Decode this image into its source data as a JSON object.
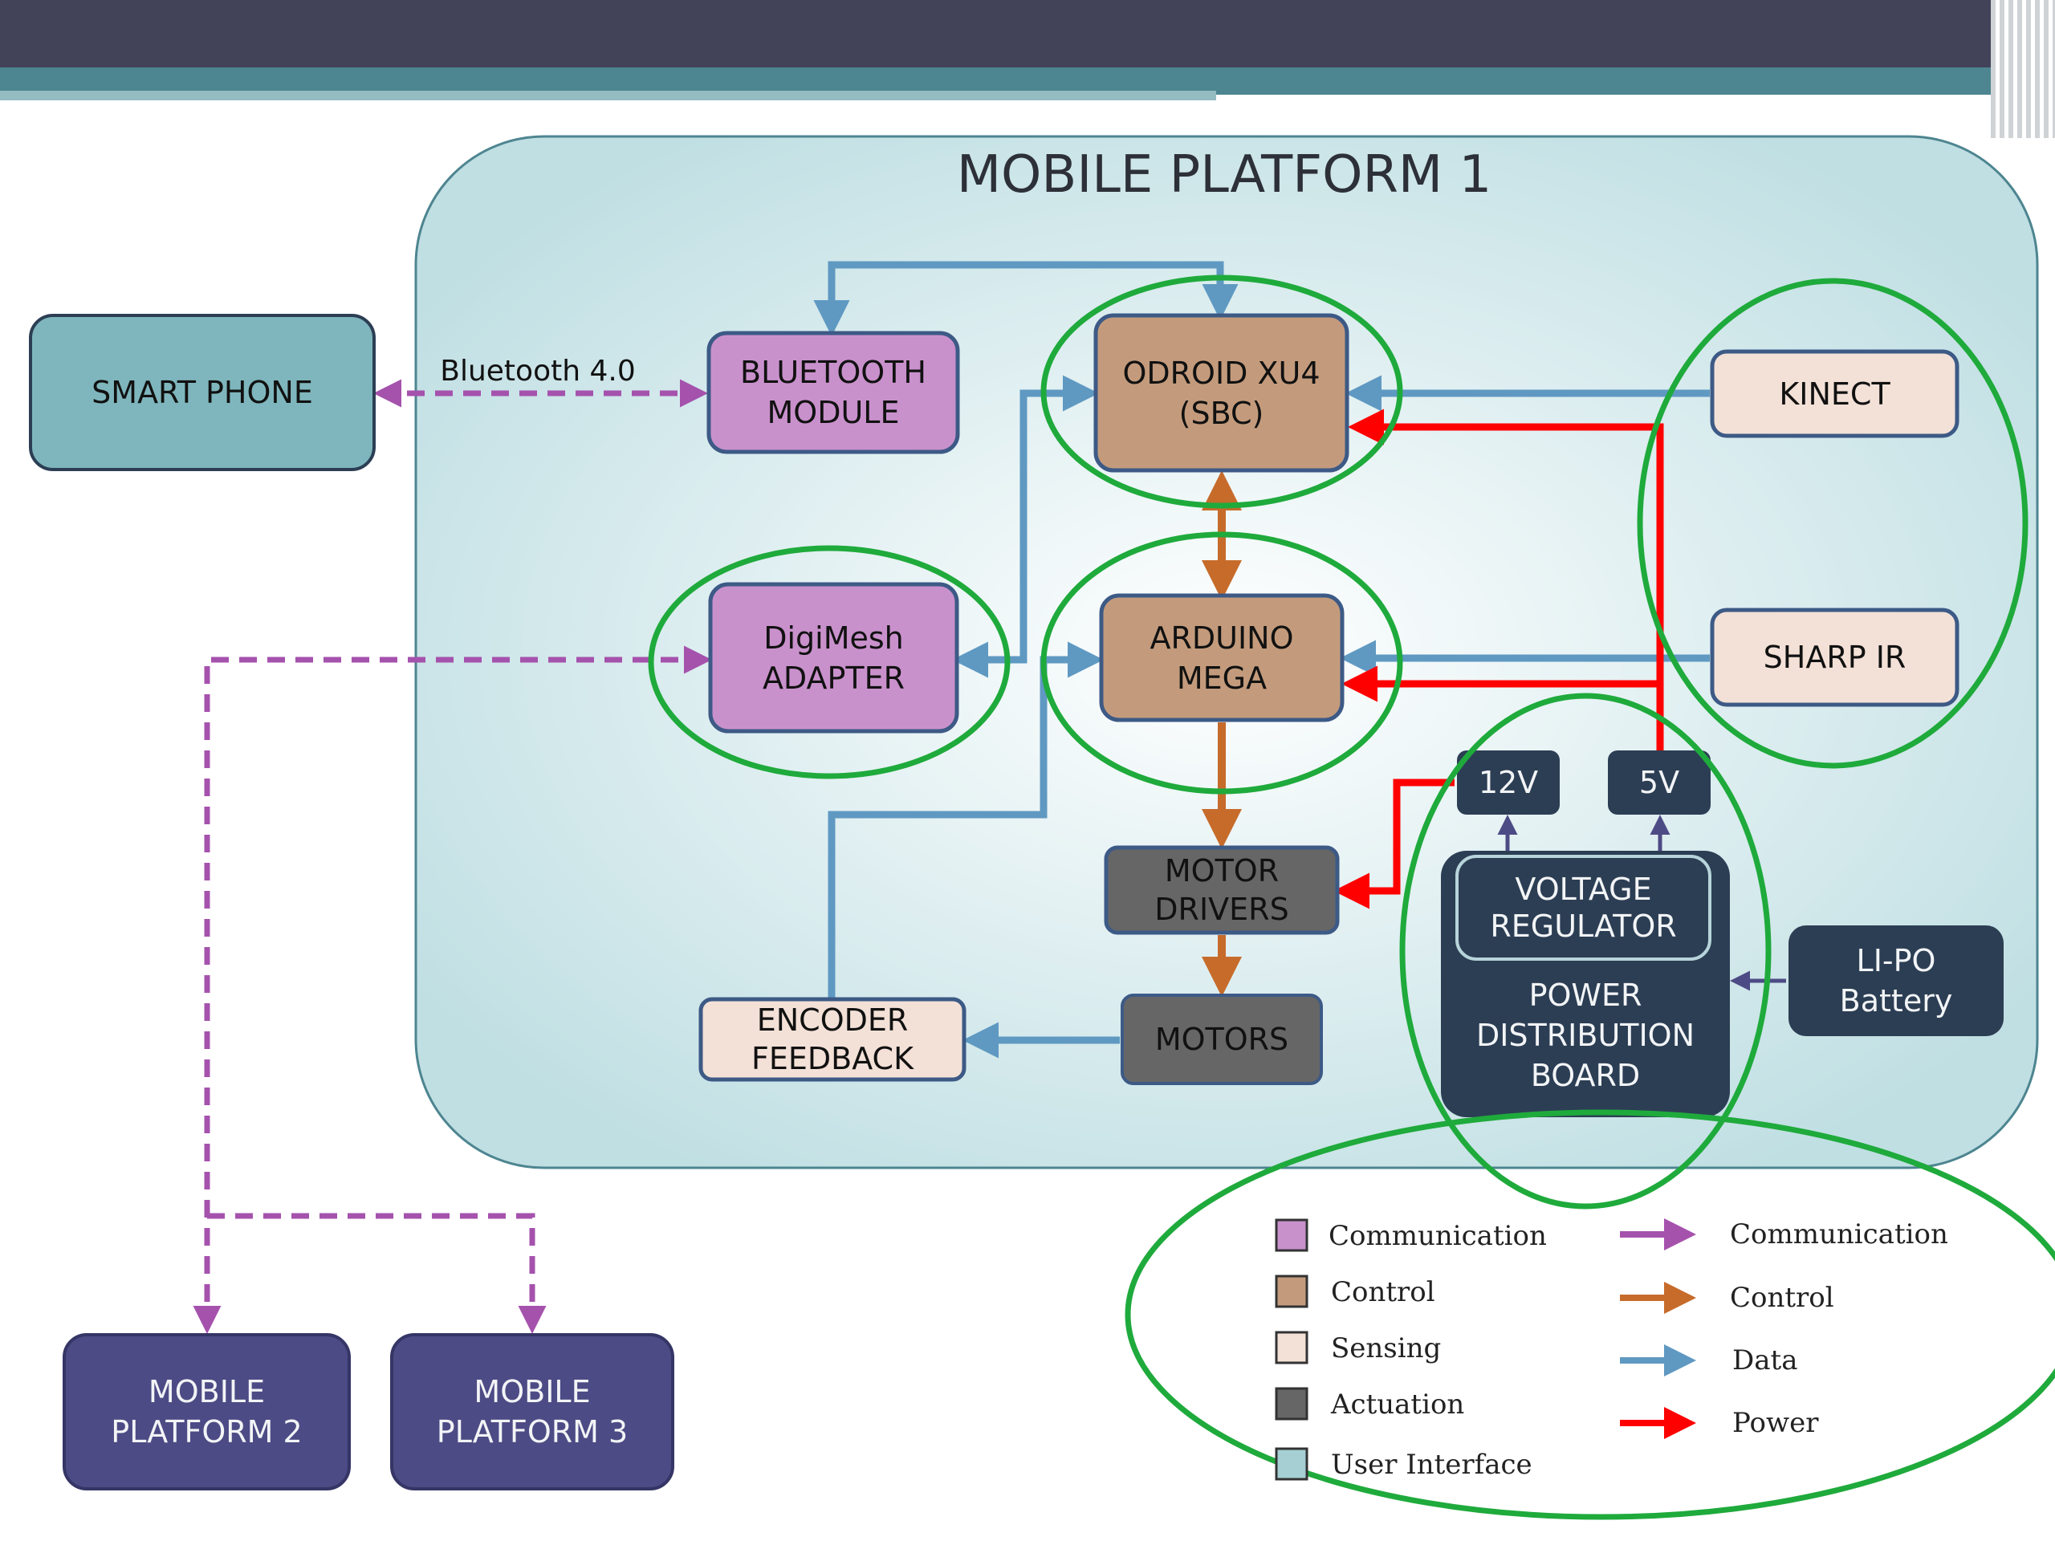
{
  "platform": {
    "title": "MOBILE PLATFORM 1"
  },
  "blocks": {
    "smart_phone": {
      "label": "SMART PHONE",
      "category": "user-interface"
    },
    "bluetooth_module": {
      "label": "BLUETOOTH\nMODULE",
      "category": "communication"
    },
    "odroid": {
      "label": "ODROID XU4\n(SBC)",
      "category": "control"
    },
    "kinect": {
      "label": "KINECT",
      "category": "sensing"
    },
    "digimesh": {
      "label": "DigiMesh\nADAPTER",
      "category": "communication"
    },
    "arduino": {
      "label": "ARDUINO\nMEGA",
      "category": "control"
    },
    "sharp_ir": {
      "label": "SHARP IR",
      "category": "sensing"
    },
    "v12": {
      "label": "12V",
      "category": "power"
    },
    "v5": {
      "label": "5V",
      "category": "power"
    },
    "motor_drivers": {
      "label": "MOTOR\nDRIVERS",
      "category": "actuation"
    },
    "voltage_regulator": {
      "label": "VOLTAGE\nREGULATOR",
      "category": "power"
    },
    "power_board": {
      "label": "POWER\nDISTRIBUTION\nBOARD",
      "category": "power"
    },
    "lipo": {
      "label": "LI-PO\nBattery",
      "category": "power"
    },
    "encoder": {
      "label": "ENCODER\nFEEDBACK",
      "category": "sensing"
    },
    "motors": {
      "label": "MOTORS",
      "category": "actuation"
    },
    "platform2": {
      "label": "MOBILE\nPLATFORM 2",
      "category": "platform"
    },
    "platform3": {
      "label": "MOBILE\nPLATFORM 3",
      "category": "platform"
    }
  },
  "edge_labels": {
    "bluetooth": "Bluetooth 4.0"
  },
  "legend": {
    "blocks": [
      {
        "label": "Communication",
        "color": "#c991cc"
      },
      {
        "label": "Control",
        "color": "#c39b7c"
      },
      {
        "label": "Sensing",
        "color": "#f3e1d7"
      },
      {
        "label": "Actuation",
        "color": "#666666"
      },
      {
        "label": "User Interface",
        "color": "#a5cfd3"
      }
    ],
    "arrows": [
      {
        "label": "Communication",
        "color": "#a552ad"
      },
      {
        "label": "Control",
        "color": "#c76b2b"
      },
      {
        "label": "Data",
        "color": "#5f99c2"
      },
      {
        "label": "Power",
        "color": "#ff0000"
      }
    ]
  },
  "colors": {
    "communication": "#c991cc",
    "control": "#c39b7c",
    "sensing": "#f3e1d7",
    "actuation": "#666666",
    "user_interface": "#7fb6bd",
    "power": "#2c3e54",
    "platform": "#4d4b85",
    "highlight": "#1faa3c",
    "arrow_communication": "#a552ad",
    "arrow_control": "#c76b2b",
    "arrow_data": "#5f99c2",
    "arrow_power": "#ff0000"
  }
}
